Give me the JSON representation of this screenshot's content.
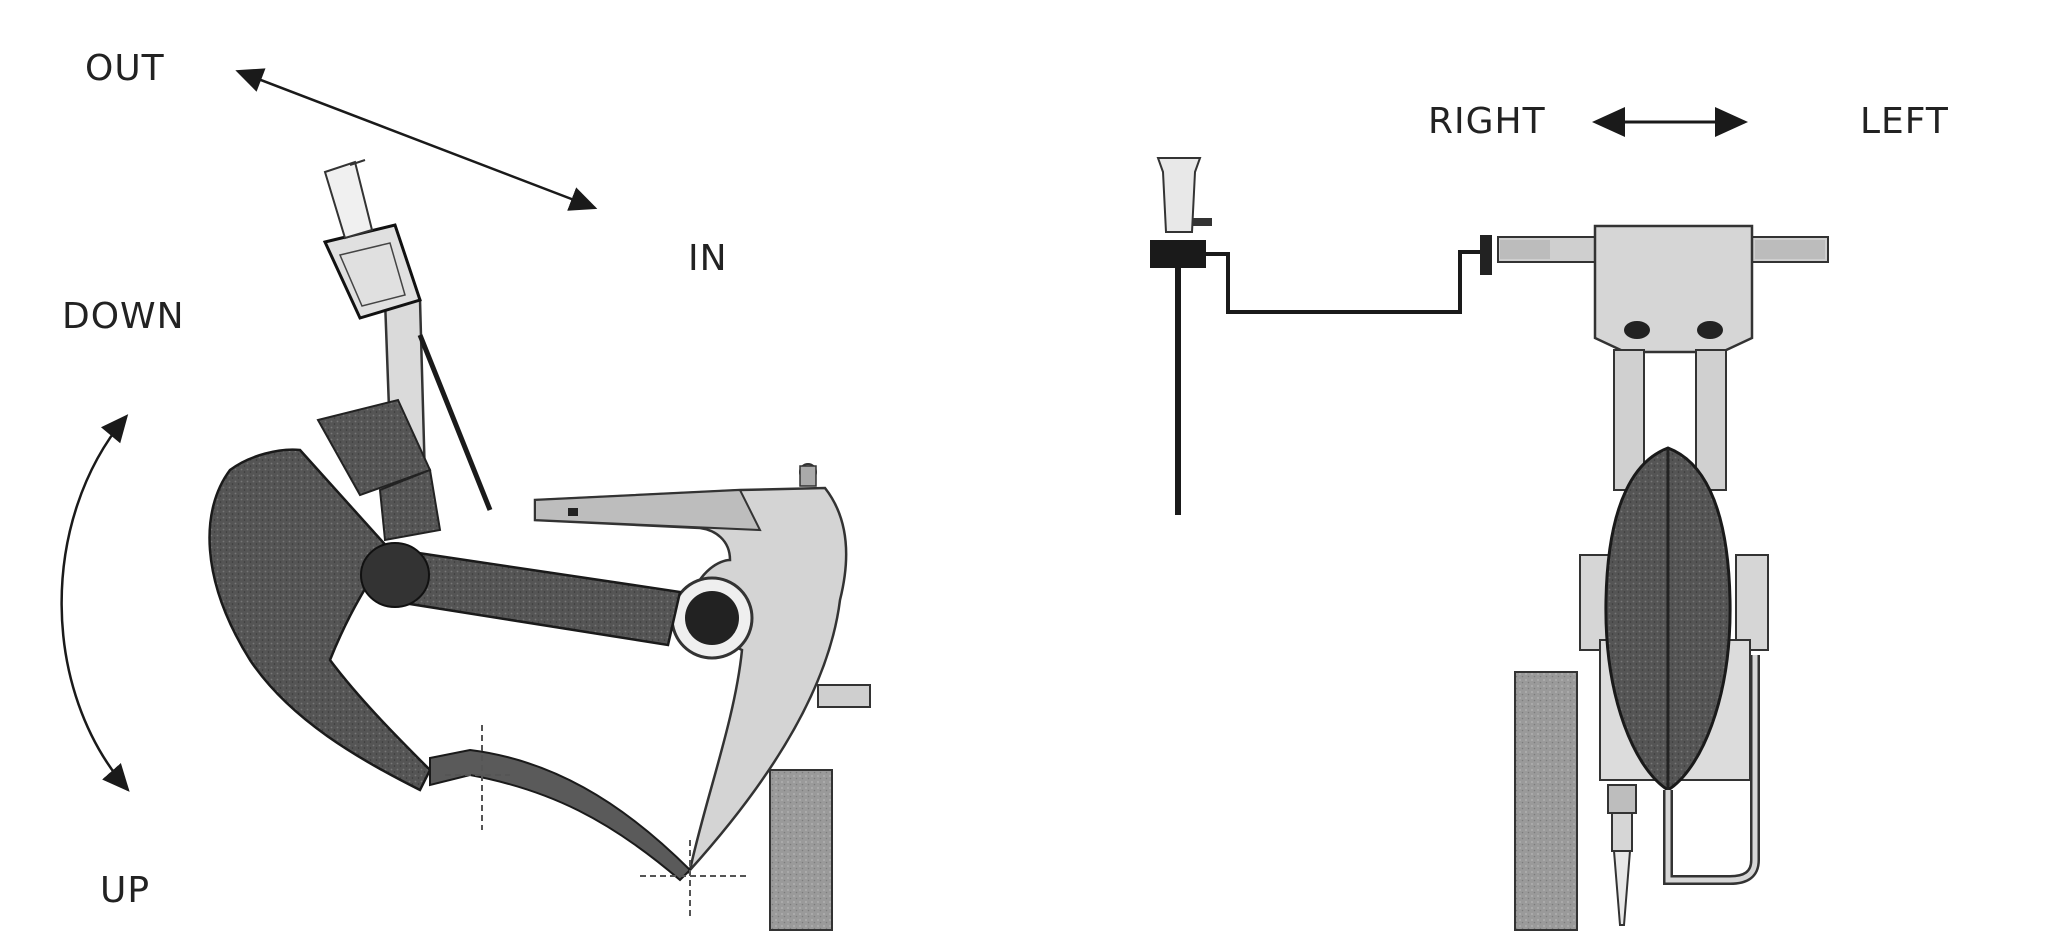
{
  "labels": {
    "out": "OUT",
    "in": "IN",
    "down": "DOWN",
    "up": "UP",
    "right": "RIGHT",
    "left": "LEFT"
  },
  "colors": {
    "ink": "#1a1a1a",
    "dark_texture": "#4a4a4a",
    "mid_gray": "#8a8a8a",
    "light_gray": "#cfcfcf",
    "background": "#ffffff"
  },
  "icons": {
    "double_arrow": "double-headed-arrow",
    "curved_arrow": "curved-double-arrow"
  }
}
